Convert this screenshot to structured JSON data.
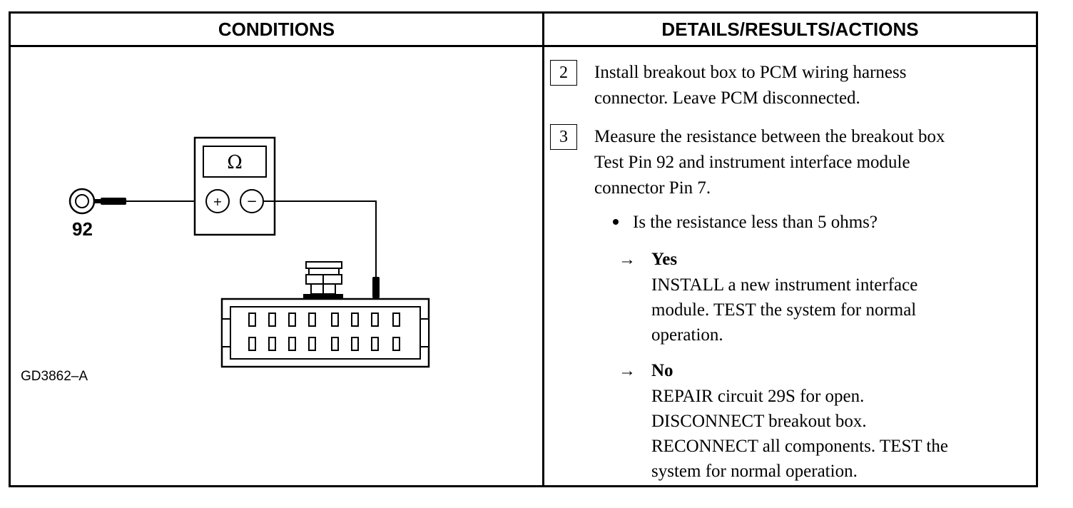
{
  "table": {
    "header_left": "CONDITIONS",
    "header_right": "DETAILS/RESULTS/ACTIONS"
  },
  "diagram": {
    "meter_symbol": "Ω",
    "plus": "+",
    "minus": "−",
    "pin_label": "92",
    "figure_id": "GD3862–A"
  },
  "steps": [
    {
      "number": "2",
      "lines": [
        "Install breakout box to PCM wiring harness",
        "connector. Leave PCM disconnected."
      ]
    },
    {
      "number": "3",
      "lines": [
        "Measure the resistance between the breakout box",
        "Test Pin 92 and instrument interface module",
        "connector Pin 7."
      ]
    }
  ],
  "question": "Is the resistance less than 5 ohms?",
  "branches": {
    "yes": {
      "arrow": "→",
      "label": "Yes",
      "lines": [
        "INSTALL a new instrument interface",
        "module. TEST the system for normal",
        "operation."
      ]
    },
    "no": {
      "arrow": "→",
      "label": "No",
      "lines": [
        "REPAIR circuit 29S for open.",
        "DISCONNECT breakout box.",
        "RECONNECT all components. TEST the",
        "system for normal operation."
      ]
    }
  }
}
